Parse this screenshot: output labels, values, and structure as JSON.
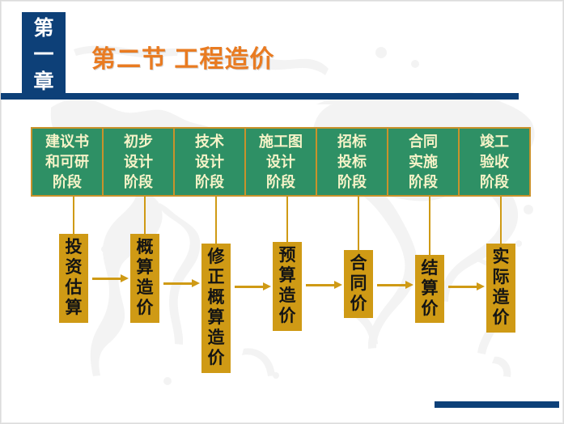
{
  "header": {
    "chapter_label_chars": [
      "第",
      "一",
      "章"
    ],
    "title": "第二节  工程造价",
    "title_color": "#e97b21",
    "accent_color": "#0d4078"
  },
  "stages": {
    "border_color": "#c9922b",
    "fill_color": "#2e9065",
    "text_color": "#f6f3c8",
    "items": [
      {
        "lines": [
          "建议书",
          "和可研",
          "阶段"
        ]
      },
      {
        "lines": [
          "初步",
          "设计",
          "阶段"
        ]
      },
      {
        "lines": [
          "技术",
          "设计",
          "阶段"
        ]
      },
      {
        "lines": [
          "施工图",
          "设计",
          "阶段"
        ]
      },
      {
        "lines": [
          "招标",
          "投标",
          "阶段"
        ]
      },
      {
        "lines": [
          "合同",
          "实施",
          "阶段"
        ]
      },
      {
        "lines": [
          "竣工",
          "验收",
          "阶段"
        ]
      }
    ]
  },
  "costs": {
    "fill_color": "#cf9a15",
    "text_color": "#141414",
    "items": [
      {
        "chars": [
          "投",
          "资",
          "估",
          "算"
        ]
      },
      {
        "chars": [
          "概",
          "算",
          "造",
          "价"
        ]
      },
      {
        "chars": [
          "修",
          "正",
          "概",
          "算",
          "造",
          "价"
        ]
      },
      {
        "chars": [
          "预",
          "算",
          "造",
          "价"
        ]
      },
      {
        "chars": [
          "合",
          "同",
          "价"
        ]
      },
      {
        "chars": [
          "结",
          "算",
          "价"
        ]
      },
      {
        "chars": [
          "实",
          "际",
          "造",
          "价"
        ]
      }
    ]
  }
}
